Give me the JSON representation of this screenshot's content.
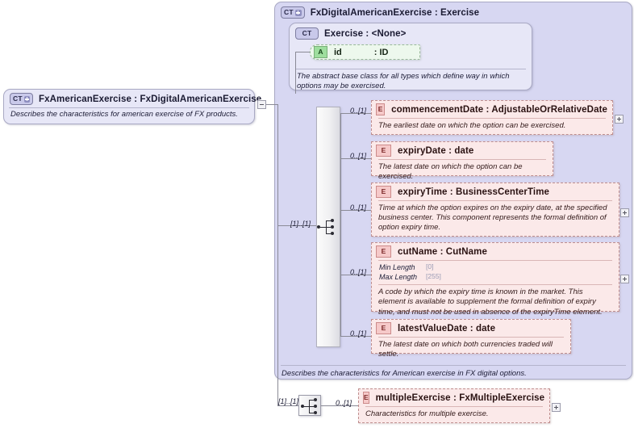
{
  "diagram": {
    "kind": "xsd-schema-diagram",
    "title": "FxAmericanExercise XSD structure"
  },
  "root_element": {
    "badge": "CT",
    "badge_expand": "plus",
    "title": "FxAmericanExercise : FxDigitalAmericanExercise",
    "description": "Describes the characteristics for american exercise of FX products.",
    "expander": "minus"
  },
  "container": {
    "badge": "CT",
    "badge_expand": "plus",
    "title": "FxDigitalAmericanExercise : Exercise",
    "description": "Describes the characteristics for American exercise in FX digital options."
  },
  "base_type": {
    "badge": "CT",
    "title": "Exercise : <None>",
    "description": "The abstract base class for all types which define way in which options may be exercised.",
    "attribute": {
      "badge": "A",
      "name": "id",
      "type": ": ID"
    }
  },
  "sequence": {
    "cardinality": "[1]..[1]",
    "icon": "sequence-icon"
  },
  "elements": [
    {
      "badge": "E",
      "cardinality": "0..[1]",
      "title": "commencementDate : AdjustableOrRelativeDate",
      "description": "The earliest date on which the option can be exercised.",
      "expander": "plus",
      "facets": []
    },
    {
      "badge": "E",
      "cardinality": "0..[1]",
      "title": "expiryDate : date",
      "description": "The latest date on which the option can be exercised.",
      "expander": null,
      "facets": []
    },
    {
      "badge": "E",
      "cardinality": "0..[1]",
      "title": "expiryTime : BusinessCenterTime",
      "description": "Time at which the option expires on the expiry date, at the specified business center. This component represents the formal definition of option expiry time.",
      "expander": "plus",
      "facets": []
    },
    {
      "badge": "E",
      "cardinality": "0..[1]",
      "title": "cutName : CutName",
      "description": "A code by which the expiry time is known in the market. This element is available to supplement the formal definition of expiry time, and must not be used in absence of the expiryTime element.",
      "expander": "plus",
      "facets": [
        {
          "name": "Min Length",
          "value": "[0]"
        },
        {
          "name": "Max Length",
          "value": "[255]"
        }
      ]
    },
    {
      "badge": "E",
      "cardinality": "0..[1]",
      "title": "latestValueDate : date",
      "description": "The latest date on which both currencies traded will settle.",
      "expander": null,
      "facets": []
    }
  ],
  "bottom_branch": {
    "sequence_cardinality": "[1]..[1]",
    "element": {
      "badge": "E",
      "cardinality": "0..[1]",
      "title": "multipleExercise : FxMultipleExercise",
      "description": "Characteristics for multiple exercise.",
      "expander": "plus"
    }
  },
  "colors": {
    "complex_type_fill": "#d7d7f2",
    "complex_type_border": "#a9a9c4",
    "element_fill": "#fbe9e9",
    "element_border": "#c08f8f",
    "attribute_fill": "#edf8ed",
    "attribute_border": "#9ab99a",
    "connector": "#8a8a96",
    "background": "#ffffff"
  }
}
